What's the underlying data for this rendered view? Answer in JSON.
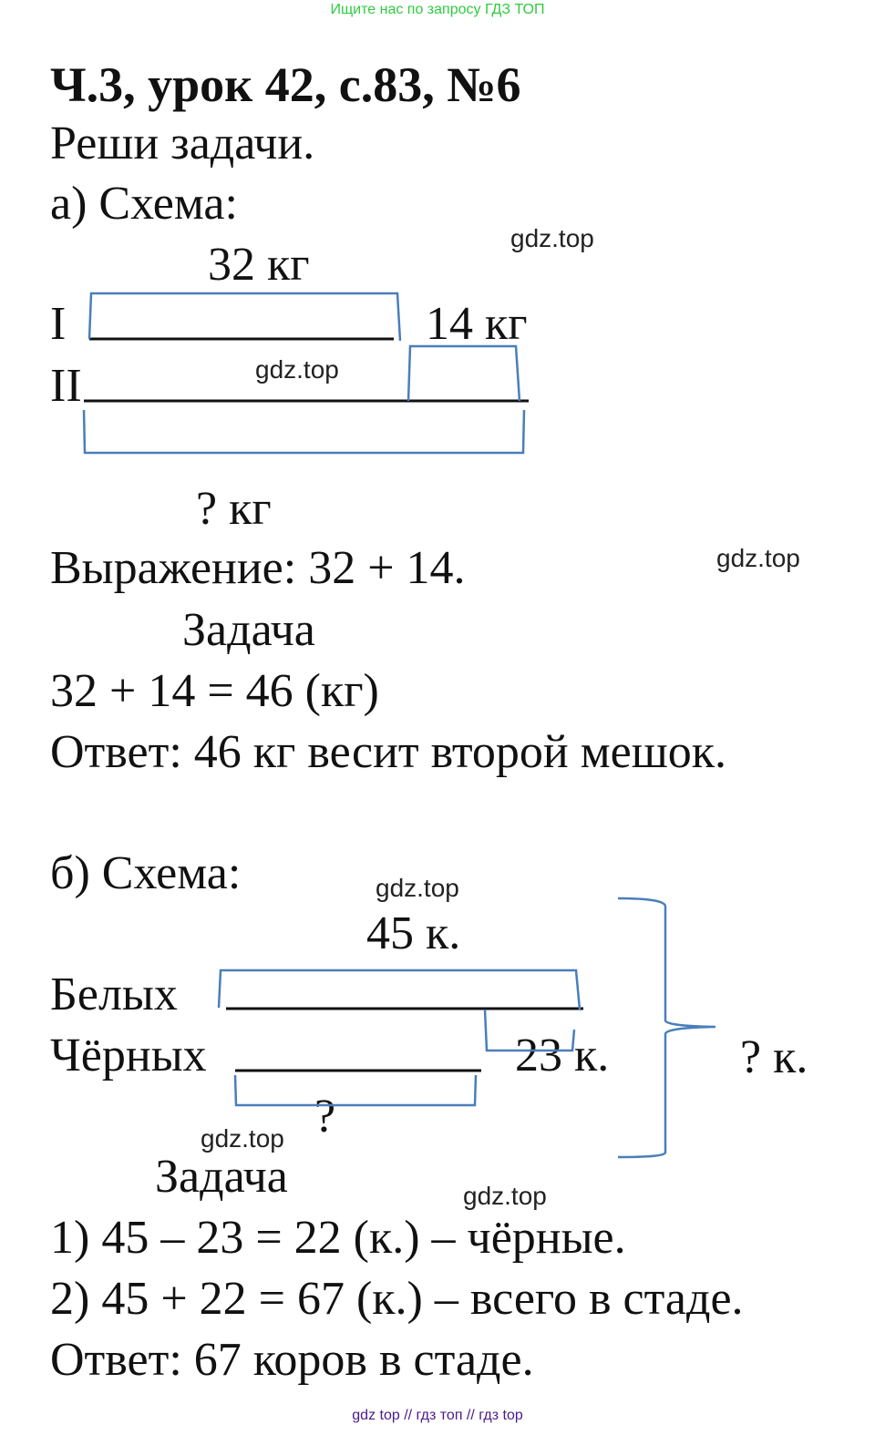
{
  "top_banner": "Ищите нас по запросу ГДЗ ТОП",
  "title": "Ч.3, урок 42, с.83, №6",
  "instruction": "Реши задачи.",
  "part_a": {
    "heading": "а) Схема:",
    "label_top": "32 кг",
    "row1": "I",
    "row2": "II",
    "label_extra": "14 кг",
    "label_total": "? кг",
    "expression": "Выражение: 32 + 14.",
    "task_heading": "Задача",
    "solution": "32 + 14 = 46 (кг)",
    "answer": "Ответ: 46 кг весит второй мешок."
  },
  "part_b": {
    "heading": "б) Схема:",
    "label_top": "45 к.",
    "row1": "Белых",
    "row2": "Чёрных",
    "label_diff": "23 к.",
    "label_unknown": "?",
    "label_total": "? к.",
    "task_heading": "Задача",
    "step1": "1) 45 – 23 = 22 (к.) – чёрные.",
    "step2": "2) 45 + 22 = 67 (к.) – всего в стаде.",
    "answer": "Ответ: 67 коров в стаде."
  },
  "watermarks": [
    "gdz.top",
    "gdz.top",
    "gdz.top",
    "gdz.top",
    "gdz.top",
    "gdz.top"
  ],
  "bottom_banner": "gdz top  //  гдз топ  //  гдз top",
  "colors": {
    "diagram_blue": "#4a7ebb",
    "banner_green": "#2ecc40",
    "banner_purple": "#4b1a8a"
  }
}
